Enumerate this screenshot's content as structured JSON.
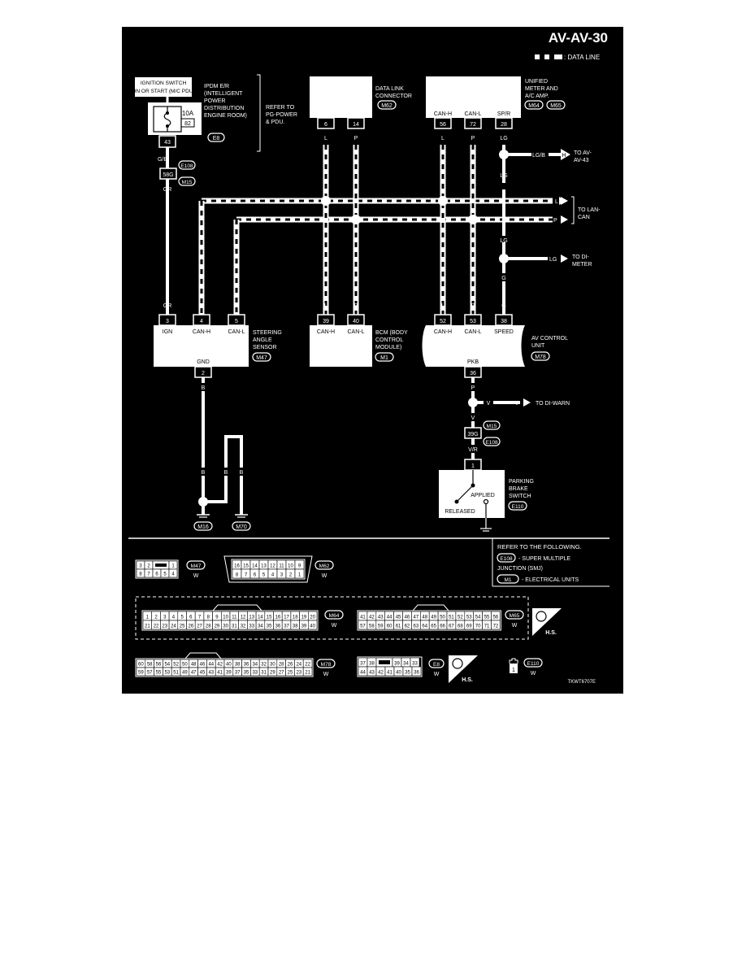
{
  "header": {
    "page_id": "AV-AV-30",
    "legend_label": ": DATA LINE"
  },
  "ipdm": {
    "ignition_label_1": "IGNITION SWITCH",
    "ignition_label_2": "ON OR START (M/C PDU)",
    "title_lines": [
      "IPDM E/R",
      "(INTELLIGENT",
      "POWER",
      "DISTRIBUTION",
      "ENGINE ROOM)"
    ],
    "connector": "E8",
    "fuse_amps": "10A",
    "fuse_no": "82",
    "pin": "43",
    "refer_lines": [
      "REFER TO",
      "PG-POWER",
      "& PDU."
    ]
  },
  "ignition_wire": {
    "color_top": "G/B",
    "junction_pin": "58G",
    "conn_top": "E108",
    "conn_bottom": "M15",
    "color_bottom": "GR"
  },
  "dlc": {
    "title_lines": [
      "DATA LINK",
      "CONNECTOR"
    ],
    "connector": "M62",
    "pins": [
      "6",
      "14"
    ],
    "wire_colors": [
      "L",
      "P"
    ]
  },
  "meter": {
    "title_lines": [
      "UNIFIED",
      "METER AND",
      "A/C AMP."
    ],
    "connectors": [
      "M64",
      "M65"
    ],
    "pin_labels": [
      "CAN-H",
      "CAN-L",
      "SP/R"
    ],
    "pins": [
      "56",
      "72",
      "28"
    ],
    "wire_colors": [
      "L",
      "P",
      "LG"
    ]
  },
  "right_refs": {
    "av43_color": "LG/B",
    "av43_marker": "H",
    "av43_lines": [
      "TO AV-",
      "AV-43"
    ],
    "lg_mid": "LG",
    "lan_l": "L",
    "lan_p": "P",
    "lan_lines": [
      "TO LAN-",
      "CAN"
    ],
    "lg_low": "LG",
    "meter_color": "LG",
    "meter_lines": [
      "TO DI-",
      "METER"
    ],
    "g_label": "G",
    "warn_color_left": "V",
    "warn_color_right": "V",
    "warn_text": "TO DI-WARN"
  },
  "steering": {
    "title_lines": [
      "STEERING",
      "ANGLE",
      "SENSOR"
    ],
    "connector": "M47",
    "top_colors": [
      "GR",
      "L",
      "P"
    ],
    "pins": [
      "3",
      "4",
      "5"
    ],
    "pin_labels": [
      "IGN",
      "CAN-H",
      "CAN-L"
    ],
    "gnd_label": "GND",
    "gnd_pin": "2",
    "gnd_color": "B"
  },
  "bcm": {
    "title_lines": [
      "BCM (BODY",
      "CONTROL",
      "MODULE)"
    ],
    "connector": "M1",
    "top_colors": [
      "L",
      "P"
    ],
    "pins": [
      "39",
      "40"
    ],
    "pin_labels": [
      "CAN-H",
      "CAN-L"
    ]
  },
  "av_unit": {
    "title_lines": [
      "AV CONTROL",
      "UNIT"
    ],
    "connector": "M78",
    "top_colors": [
      "L",
      "P",
      "G"
    ],
    "pins": [
      "52",
      "53",
      "38"
    ],
    "pin_labels": [
      "CAN-H",
      "CAN-L",
      "SPEED"
    ],
    "pkb_label": "PKB",
    "pkb_pin": "36",
    "pkb_color": "P"
  },
  "pkb_chain": {
    "color_v": "V",
    "junction_pin": "39G",
    "conn_top": "M15",
    "conn_bottom": "E108",
    "color_vr": "V/R"
  },
  "pkb_switch": {
    "pin": "1",
    "title_lines": [
      "PARKING",
      "BRAKE",
      "SWITCH"
    ],
    "connector": "E110",
    "applied": "APPLIED",
    "released": "RELEASED"
  },
  "grounds": {
    "colors": [
      "B",
      "B",
      "B"
    ],
    "labels": [
      "M16",
      "M70"
    ]
  },
  "refer_box": {
    "title": "REFER TO THE FOLLOWING.",
    "items": [
      {
        "tag": "E108",
        "text": "- SUPER MULTIPLE",
        "text2": "JUNCTION (SMJ)"
      },
      {
        "tag": "M1",
        "text": "- ELECTRICAL UNITS"
      }
    ]
  },
  "connector_views": {
    "m47": {
      "name": "M47",
      "color": "W",
      "top": [
        "3",
        "2",
        "1"
      ],
      "bottom": [
        "8",
        "7",
        "6",
        "5",
        "4"
      ]
    },
    "m62": {
      "name": "M62",
      "color": "W",
      "top": [
        "16",
        "15",
        "14",
        "13",
        "12",
        "11",
        "10",
        "9"
      ],
      "bottom": [
        "8",
        "7",
        "6",
        "5",
        "4",
        "3",
        "2",
        "1"
      ]
    },
    "m64": {
      "name": "M64",
      "color": "W",
      "top": [
        "1",
        "2",
        "3",
        "4",
        "5",
        "6",
        "7",
        "8",
        "9",
        "10",
        "11",
        "12",
        "13",
        "14",
        "15",
        "16",
        "17",
        "18",
        "19",
        "20"
      ],
      "bottom": [
        "21",
        "22",
        "23",
        "24",
        "25",
        "26",
        "27",
        "28",
        "29",
        "30",
        "31",
        "32",
        "33",
        "34",
        "35",
        "36",
        "37",
        "38",
        "39",
        "40"
      ]
    },
    "m65": {
      "name": "M65",
      "color": "W",
      "top": [
        "41",
        "42",
        "43",
        "44",
        "45",
        "46",
        "47",
        "48",
        "49",
        "50",
        "51",
        "52",
        "53",
        "54",
        "55",
        "56"
      ],
      "bottom": [
        "57",
        "58",
        "59",
        "60",
        "61",
        "62",
        "63",
        "64",
        "65",
        "66",
        "67",
        "68",
        "69",
        "70",
        "71",
        "72"
      ]
    },
    "hs_label": "H.S.",
    "m78": {
      "name": "M78",
      "color": "W",
      "top": [
        "60",
        "58",
        "56",
        "54",
        "52",
        "50",
        "48",
        "46",
        "44",
        "42",
        "40",
        "38",
        "36",
        "34",
        "32",
        "30",
        "28",
        "26",
        "24",
        "22"
      ],
      "bottom": [
        "59",
        "57",
        "55",
        "53",
        "51",
        "49",
        "47",
        "45",
        "43",
        "41",
        "39",
        "37",
        "35",
        "33",
        "31",
        "29",
        "27",
        "25",
        "23",
        "21"
      ]
    },
    "e8": {
      "name": "E8",
      "color": "W",
      "top": [
        "37",
        "38",
        "39",
        "34",
        "33"
      ],
      "bottom": [
        "44",
        "43",
        "42",
        "41",
        "40",
        "35",
        "36"
      ]
    },
    "e110": {
      "name": "E110",
      "color": "W",
      "pin": "1"
    }
  },
  "footer_code": "TKWT6707E"
}
